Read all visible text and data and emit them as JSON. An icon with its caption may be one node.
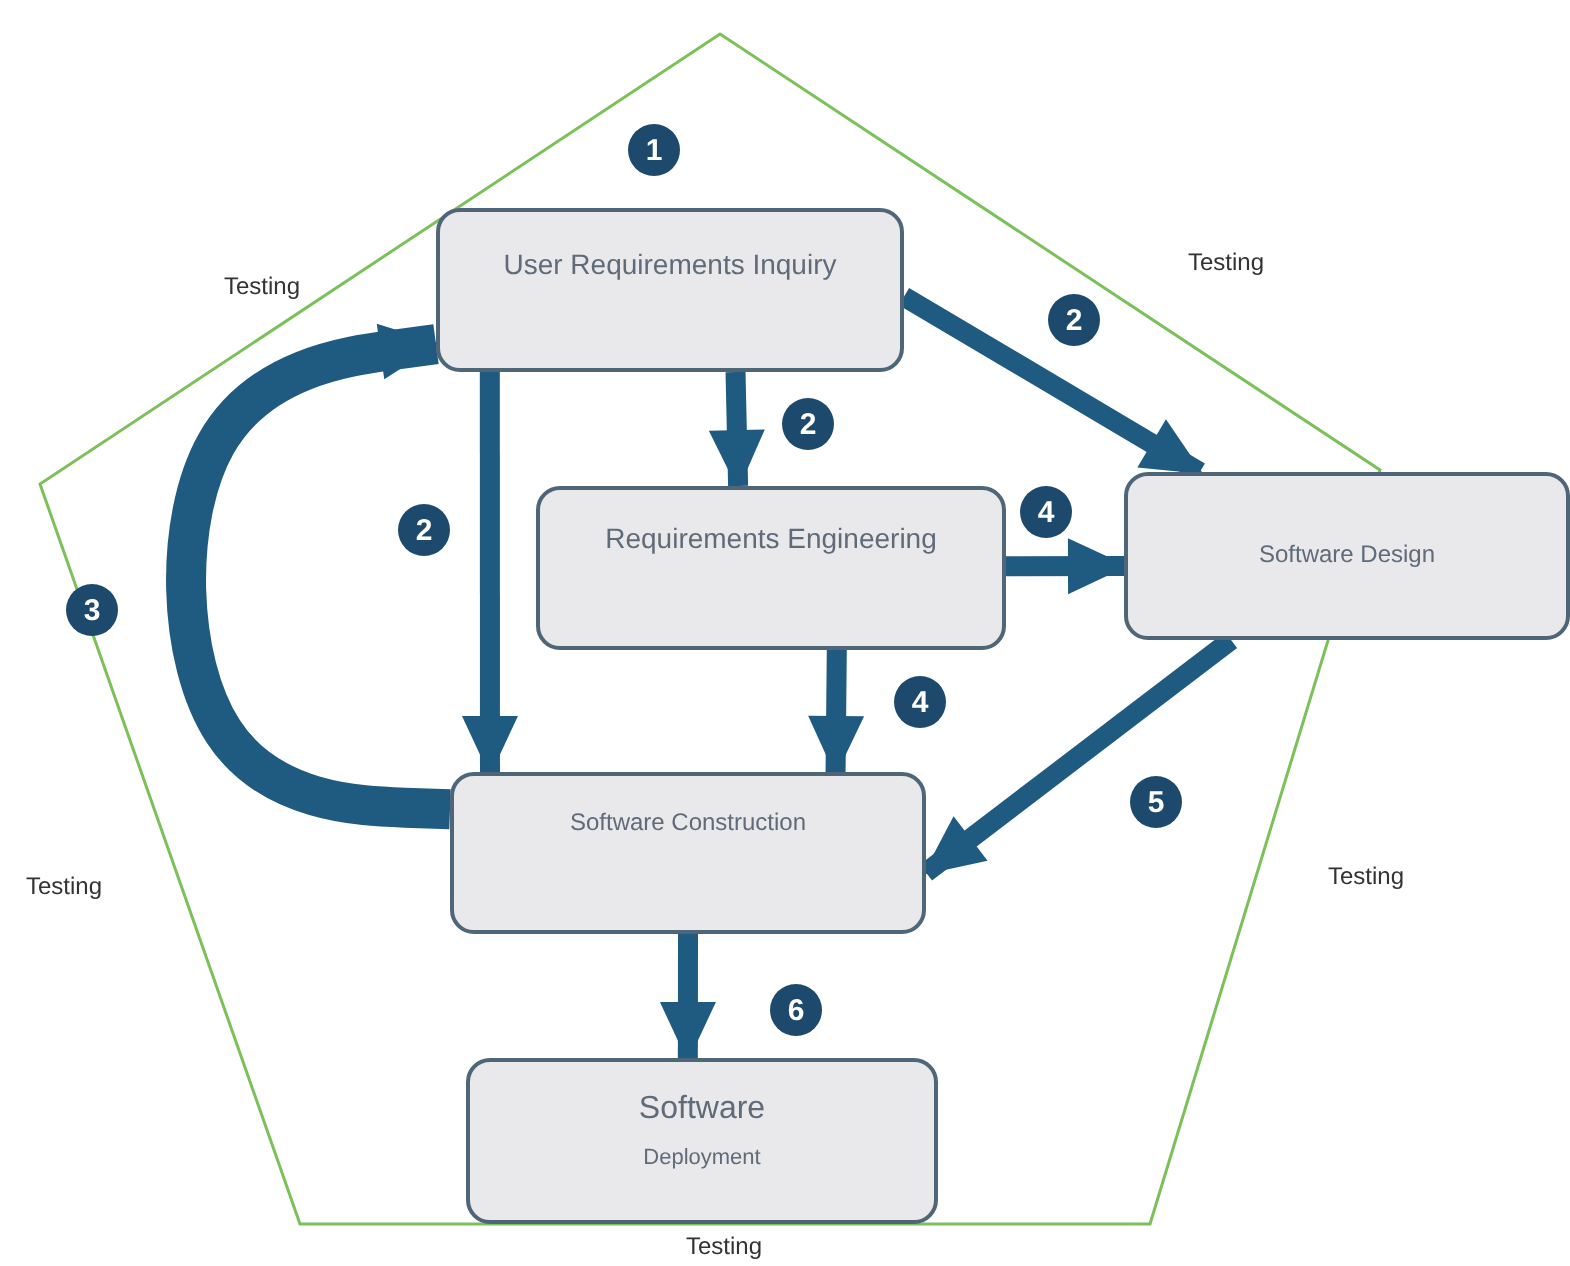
{
  "diagram": {
    "nodes": [
      {
        "text": [
          "User Requirements Inquiry"
        ]
      },
      {
        "text": [
          "Requirements Engineering"
        ]
      },
      {
        "text": [
          "Software Design"
        ]
      },
      {
        "text": [
          "Software Construction"
        ]
      },
      {
        "text": [
          "Software",
          "Deployment"
        ]
      }
    ],
    "edges": [
      {
        "from": 0,
        "to": 2,
        "arrow": "to",
        "label": "2"
      },
      {
        "from": 0,
        "to": 1,
        "arrow": "to",
        "label": "2"
      },
      {
        "from": 0,
        "to": 3,
        "arrow": "to",
        "label": "2"
      },
      {
        "from": 1,
        "to": 2,
        "arrow": "to",
        "label": "4"
      },
      {
        "from": 1,
        "to": 3,
        "arrow": "to",
        "label": "4"
      },
      {
        "from": 2,
        "to": 3,
        "arrow": "to",
        "label": "5"
      },
      {
        "from": 3,
        "to": 0,
        "arrow": "to",
        "label": "3",
        "style": "thick"
      },
      {
        "from": 3,
        "to": 4,
        "arrow": "to",
        "label": "6"
      }
    ],
    "labels": [
      "1",
      "Testing",
      "Testing",
      "Testing",
      "Testing",
      "Testing"
    ]
  }
}
